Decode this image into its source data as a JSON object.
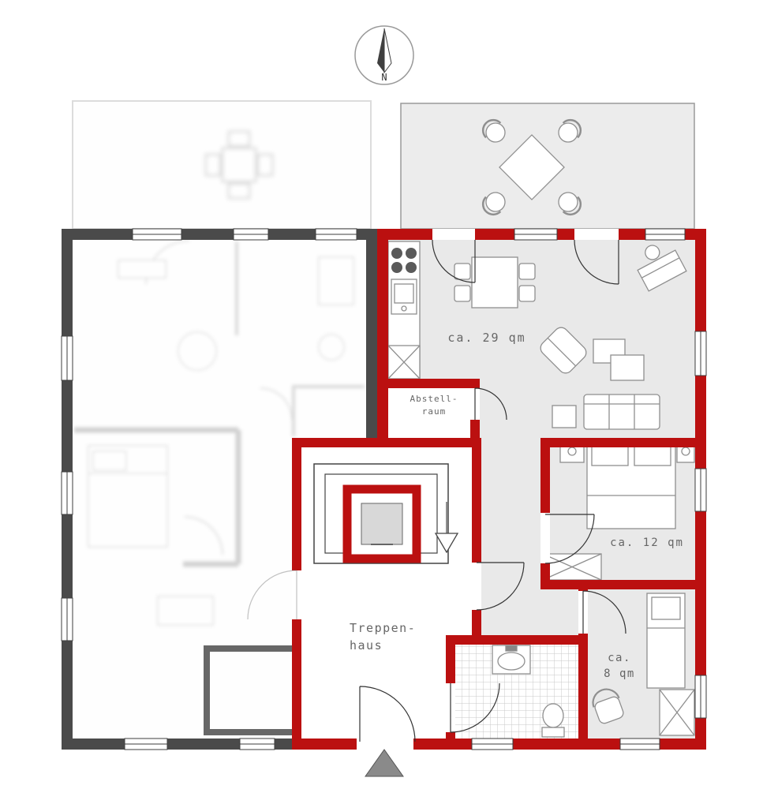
{
  "compass": {
    "north_label": "N"
  },
  "rooms": {
    "living": {
      "area_label": "ca. 29 qm"
    },
    "storage": {
      "line1": "Abstell-",
      "line2": "raum"
    },
    "stairwell": {
      "line1": "Treppen-",
      "line2": "haus"
    },
    "bedroom": {
      "area_label": "ca. 12 qm"
    },
    "small_room": {
      "line1": "ca.",
      "line2": "8 qm"
    }
  },
  "colors": {
    "highlight_red": "#bb1010",
    "wall_gray": "#4a4a4a",
    "floor_gray": "#e9e9e9",
    "label_gray": "#666666"
  }
}
